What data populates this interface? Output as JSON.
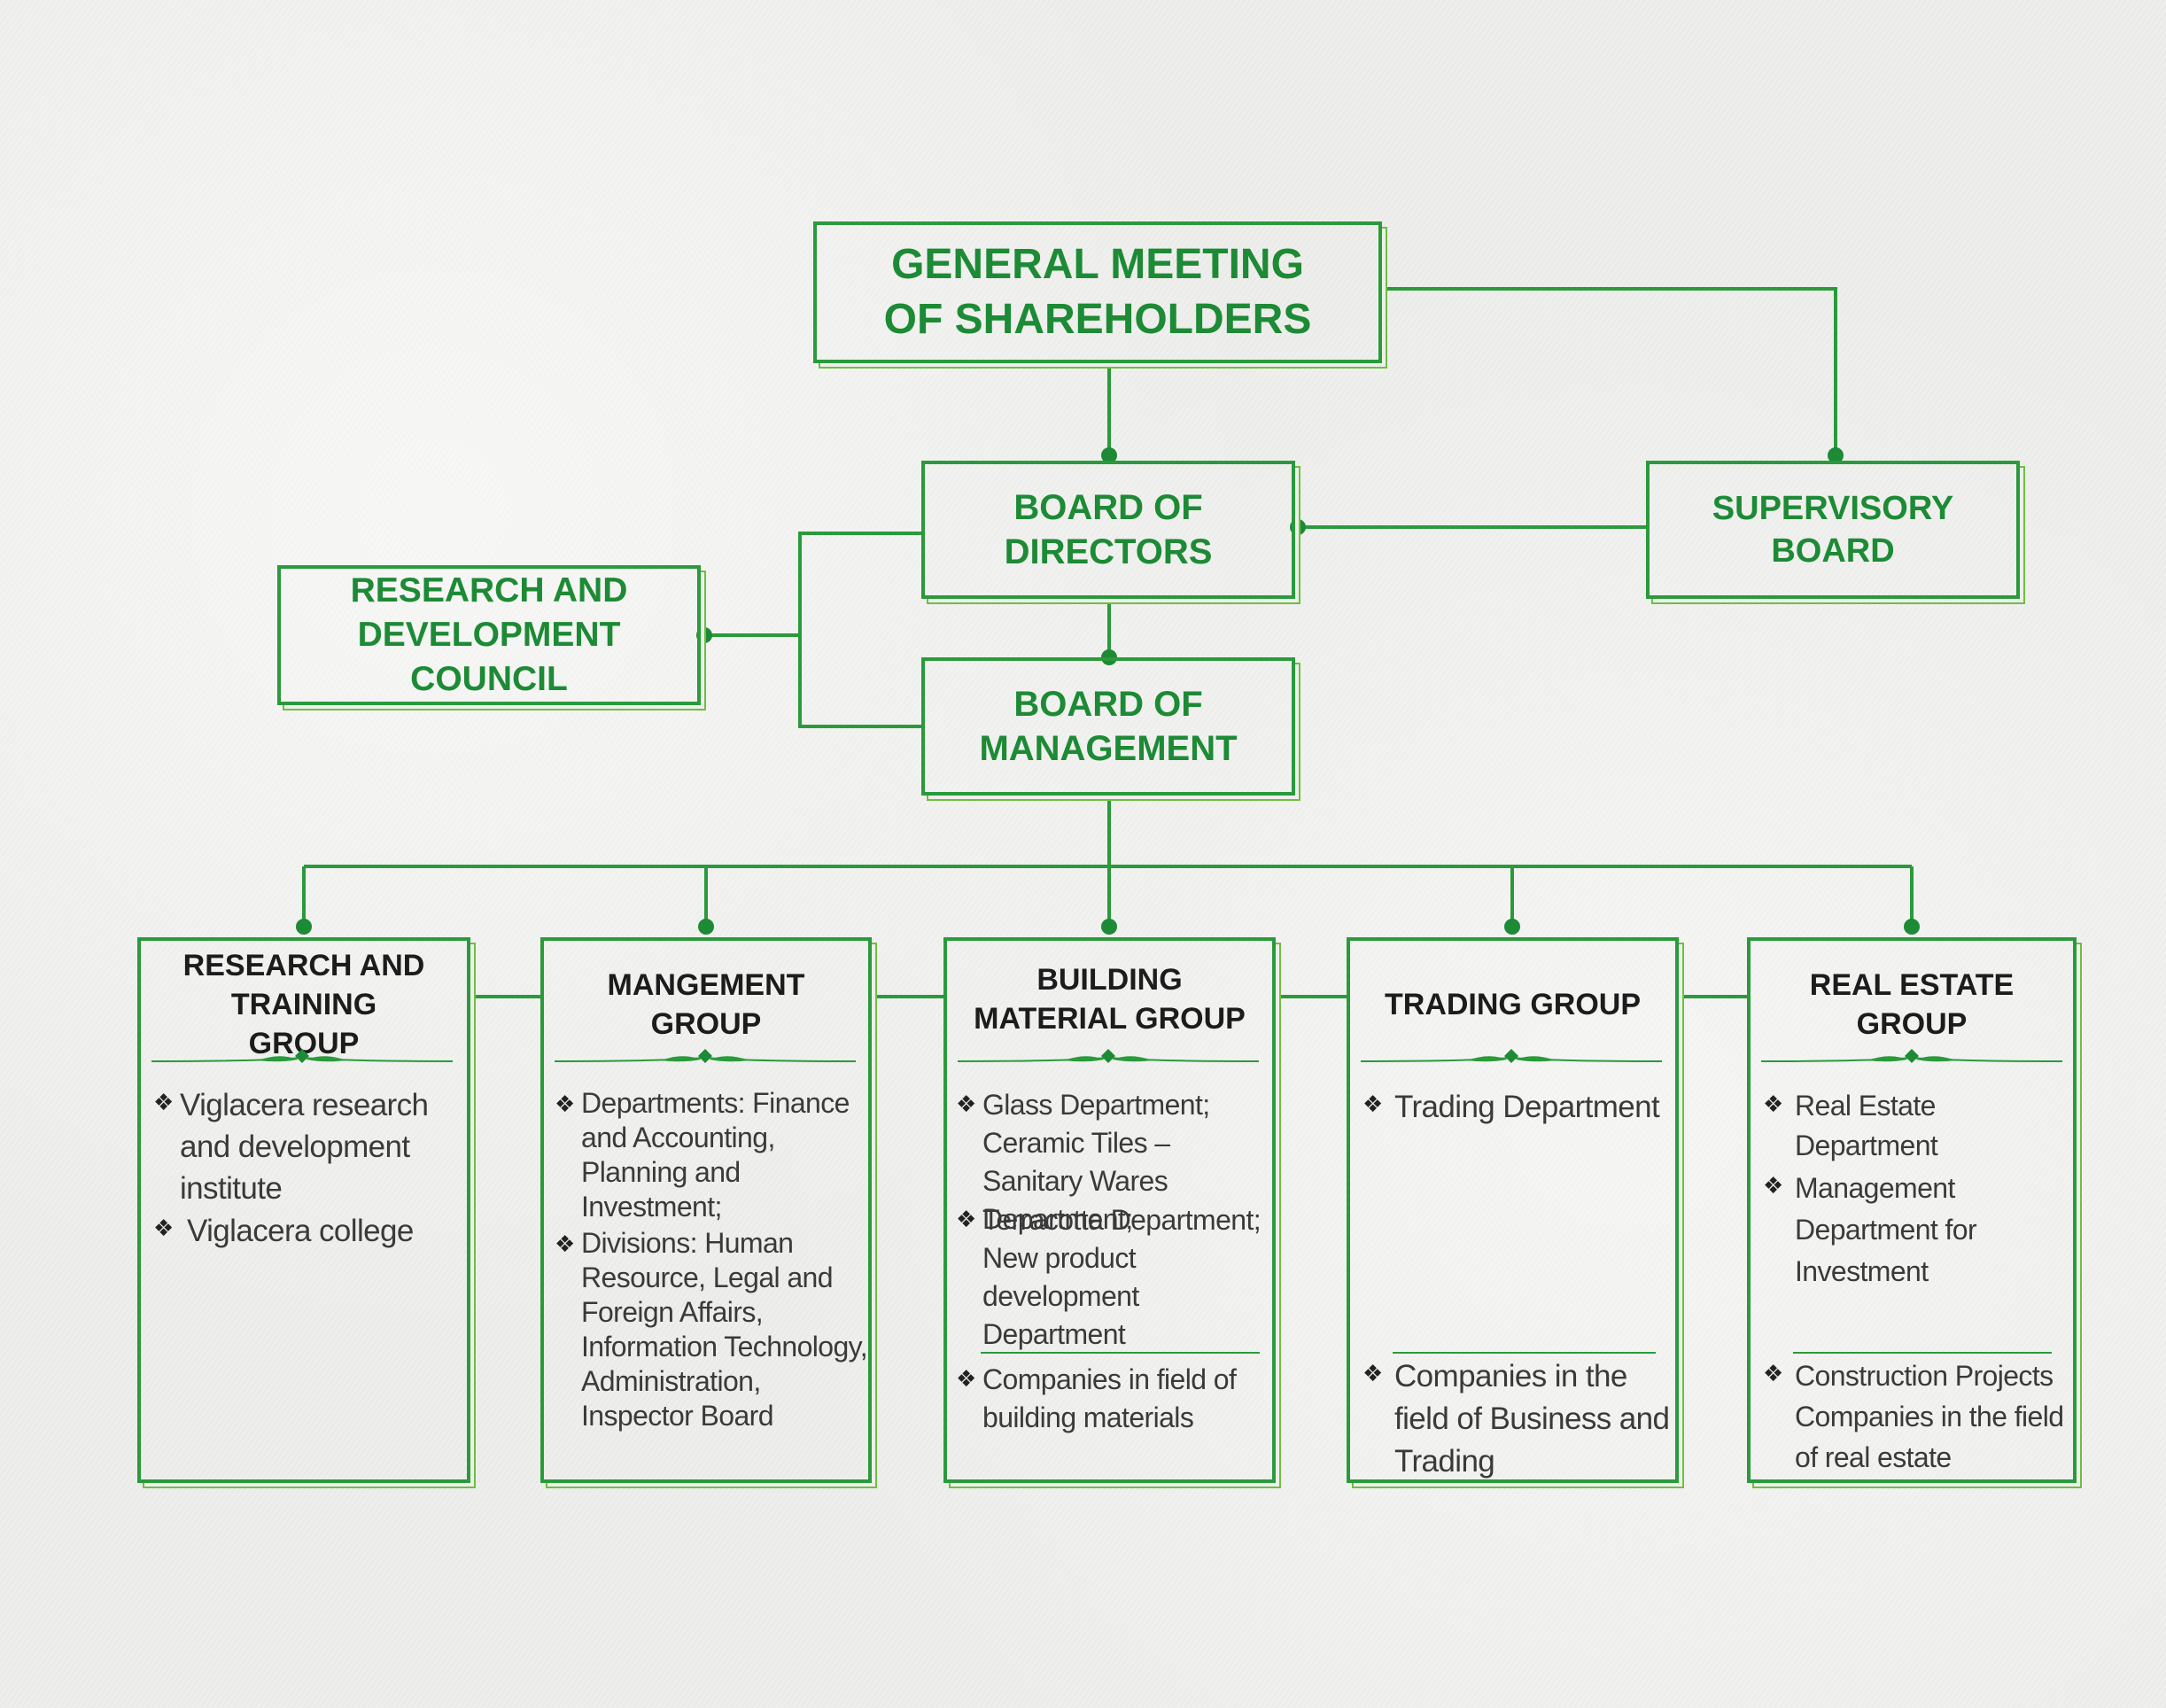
{
  "top_boards": {
    "general_meeting": "GENERAL MEETING OF SHAREHOLDERS",
    "board_of_directors": "BOARD OF DIRECTORS",
    "supervisory_board": "SUPERVISORY BOARD",
    "research_council": "RESEARCH AND DEVELOPMENT COUNCIL",
    "board_of_management": "BOARD OF MANAGEMENT"
  },
  "groups": [
    {
      "title": "RESEARCH AND TRAINING GROUP",
      "items": [
        "Viglacera research and development institute",
        "Viglacera college"
      ],
      "bottom_items": []
    },
    {
      "title": "MANGEMENT GROUP",
      "items": [
        "Departments: Finance and Accounting, Planning and Investment;",
        "Divisions: Human Resource, Legal and Foreign Affairs, Information Technology, Administration, Inspector Board"
      ],
      "bottom_items": []
    },
    {
      "title": "BUILDING MATERIAL GROUP",
      "items": [
        "Glass Department; Ceramic Tiles – Sanitary Wares Department;",
        "Terracotta Department; New product development Department"
      ],
      "bottom_items": [
        "Companies in field of building materials"
      ]
    },
    {
      "title": "TRADING GROUP",
      "items": [
        "Trading Department"
      ],
      "bottom_items": [
        "Companies in the field of Business and Trading"
      ]
    },
    {
      "title": "REAL ESTATE GROUP",
      "items": [
        "Real Estate Department",
        "Management Department for Investment"
      ],
      "bottom_items": [
        "Construction Projects Companies in the field of real estate"
      ]
    }
  ],
  "bullet_symbol": "❖",
  "colors": {
    "line_green": "#2a9a3b",
    "title_green": "#1d8a35",
    "light_green": "#6fbf3f",
    "background": "#eeefec"
  }
}
